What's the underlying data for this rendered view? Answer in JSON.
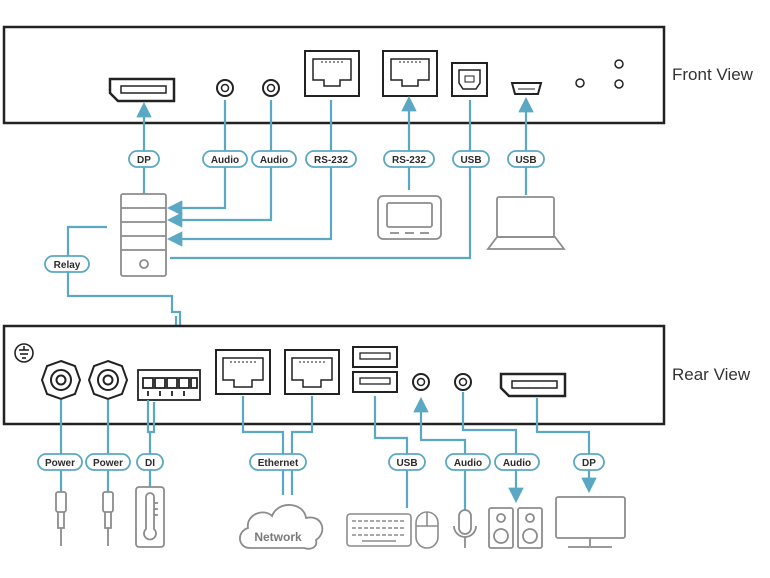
{
  "front_panel": {
    "title": "Front View",
    "ports": {
      "dp": "DP",
      "audio_1": "Audio",
      "audio_2": "Audio",
      "rs232_1": "RS-232",
      "rs232_2": "RS-232",
      "usb_1": "USB",
      "usb_2": "USB"
    }
  },
  "relay_label": "Relay",
  "rear_panel": {
    "title": "Rear View",
    "ports": {
      "power_1": "Power",
      "power_2": "Power",
      "di": "DI",
      "ethernet": "Ethernet",
      "usb": "USB",
      "audio_1": "Audio",
      "audio_2": "Audio",
      "dp": "DP"
    }
  },
  "network_label": "Network",
  "colors": {
    "panel_outline": "#222222",
    "connector": "#5aa8c4",
    "device": "#8c8c8c",
    "pill_border": "#5aa8c4"
  }
}
